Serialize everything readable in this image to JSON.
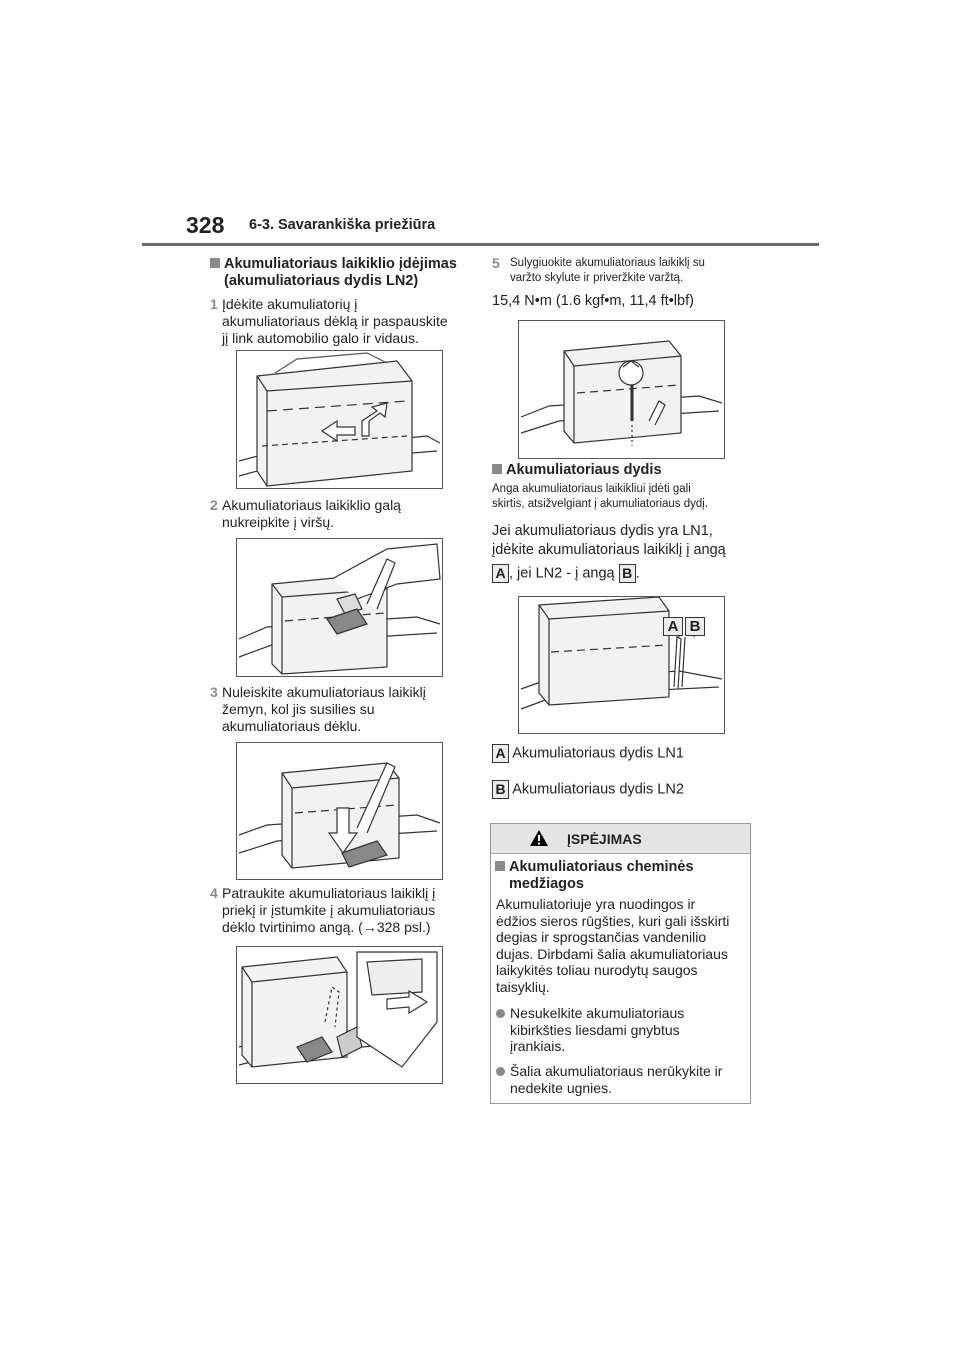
{
  "header": {
    "page_number": "328",
    "section": "6-3. Savarankiška priežiūra"
  },
  "left": {
    "heading_line1": "Akumuliatoriaus laikiklio įdėjimas",
    "heading_line2": "(akumuliatoriaus dydis LN2)",
    "steps": [
      {
        "num": "1",
        "lines": [
          "Įdėkite akumuliatorių į",
          "akumuliatoriaus dėklą ir paspauskite",
          "jį link automobilio galo ir vidaus."
        ]
      },
      {
        "num": "2",
        "lines": [
          "Akumuliatoriaus laikiklio galą",
          "nukreipkite į viršų."
        ]
      },
      {
        "num": "3",
        "lines": [
          "Nuleiskite akumuliatoriaus laikiklį",
          "žemyn, kol jis susilies su",
          "akumuliatoriaus dėklu."
        ]
      },
      {
        "num": "4",
        "lines": [
          "Patraukite akumuliatoriaus laikiklį į",
          "priekį ir įstumkite į akumuliatoriaus",
          "dėklo tvirtinimo angą. (→328 psl.)"
        ]
      }
    ]
  },
  "right": {
    "step5": {
      "num": "5",
      "lines": [
        "Sulygiuokite akumuliatoriaus laikiklį su",
        "varžto skylute ir priveržkite varžtą."
      ]
    },
    "torque": "15,4 N•m (1.6 kgf•m, 11,4 ft•lbf)",
    "size_heading": "Akumuliatoriaus dydis",
    "size_note_lines": [
      "Anga akumuliatoriaus laikikliui įdėti gali",
      "skirtis, atsižvelgiant į akumuliatoriaus dydį."
    ],
    "size_text_line1": "Jei akumuliatoriaus dydis yra LN1,",
    "size_text_line2": "įdėkite akumuliatoriaus laikiklį į angą",
    "size_text_mid": ", jei LN2 - į angą",
    "size_text_end": ".",
    "label_a": "A",
    "label_b": "B",
    "legend_a": "Akumuliatoriaus dydis LN1",
    "legend_b": "Akumuliatoriaus dydis LN2"
  },
  "caution": {
    "title": "ĮSPĖJIMAS",
    "sub_line1": "Akumuliatoriaus cheminės",
    "sub_line2": "medžiagos",
    "para_lines": [
      "Akumuliatoriuje yra nuodingos ir",
      "ėdžios sieros rūgšties, kuri gali išskirti",
      "degias ir sprogstančias vandenilio",
      "dujas. Dirbdami šalia akumuliatoriaus",
      "laikykitės toliau nurodytų saugos",
      "taisyklių."
    ],
    "bullets": [
      {
        "lines": [
          "Nesukelkite akumuliatoriaus",
          "kibirkšties liesdami gnybtus",
          "įrankiais."
        ]
      },
      {
        "lines": [
          "Šalia akumuliatoriaus nerūkykite ir",
          "nedekite ugnies."
        ]
      }
    ]
  }
}
